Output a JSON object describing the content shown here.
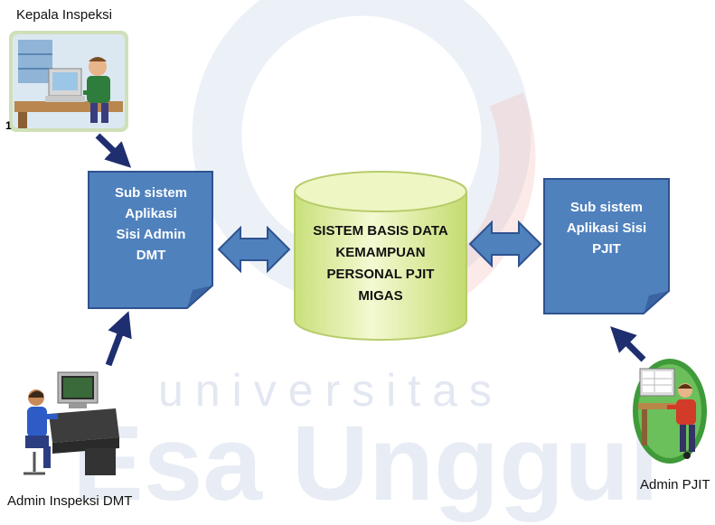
{
  "watermark": {
    "line1": "universitas",
    "line2": "Esa Unggul"
  },
  "actors": {
    "kepala": {
      "label": "Kepala Inspeksi",
      "icon": "person-at-computer-icon"
    },
    "admin_dmt": {
      "label": "Admin Inspeksi DMT",
      "icon": "person-at-workstation-icon"
    },
    "admin_pjit": {
      "label": "Admin PJIT",
      "icon": "person-at-computer-round-icon"
    }
  },
  "marker": "1",
  "boxes": {
    "left": "Sub sistem\nAplikasi\nSisi Admin\nDMT",
    "right": "Sub sistem\nAplikasi Sisi\nPJIT"
  },
  "database": "SISTEM BASIS DATA\nKEMAMPUAN\nPERSONAL PJIT\nMIGAS",
  "colors": {
    "box_fill": "#4f81bd",
    "box_border": "#2f528f",
    "db_fill": "#e6f2a8",
    "arrow_dark": "#1f2e6e",
    "double_arrow": "#4f81bd"
  }
}
